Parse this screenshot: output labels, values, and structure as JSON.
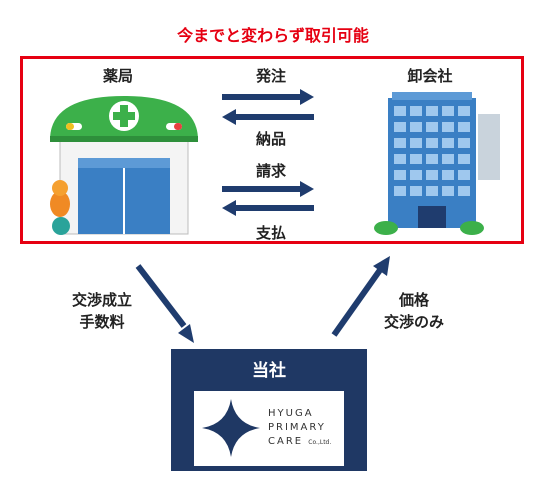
{
  "headline": "今までと変わらず取引可能",
  "pharmacy": {
    "label": "薬局"
  },
  "wholesaler": {
    "label": "卸会社"
  },
  "flows": {
    "order": "発注",
    "delivery": "納品",
    "invoice": "請求",
    "payment": "支払"
  },
  "left_note": {
    "line1": "交渉成立",
    "line2": "手数料"
  },
  "right_note": {
    "line1": "価格",
    "line2": "交渉のみ"
  },
  "company": {
    "title": "当社",
    "logo": {
      "line1": "HYUGA",
      "line2": "PRIMARY",
      "line3": "CARE",
      "suffix": "Co.,Ltd."
    }
  },
  "colors": {
    "accent_red": "#e60012",
    "navy": "#1f3864",
    "arrow_blue": "#1f3c6e",
    "green": "#3cb04a",
    "building_blue": "#3a7fc4"
  },
  "icons": [
    "pharmacy-building-icon",
    "office-building-icon",
    "star-logo-icon"
  ]
}
